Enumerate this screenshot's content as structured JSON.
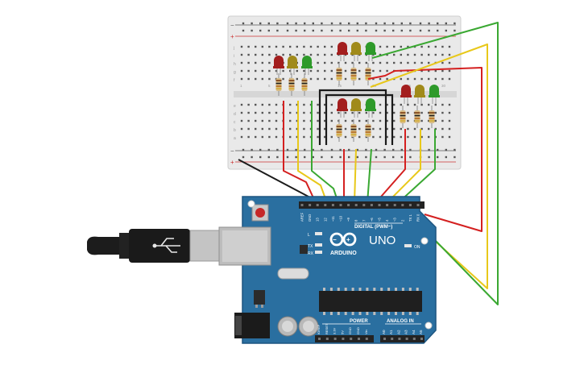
{
  "board": {
    "brand_text": "ARDUINO",
    "model_text": "UNO",
    "digital_label": "DIGITAL (PWM~)",
    "power_label": "POWER",
    "analog_label": "ANALOG IN",
    "on_label": "ON",
    "l_label": "L",
    "tx_label": "TX",
    "rx_label": "RX",
    "digital_pins": [
      "AREF",
      "GND",
      "13",
      "12",
      "~11",
      "~10",
      "~9",
      "8",
      "7",
      "~6",
      "~5",
      "4",
      "~3",
      "2",
      "TX 1",
      "RX 0"
    ],
    "power_pins": [
      "IOREF",
      "RESET",
      "3.3V",
      "5V",
      "GND",
      "GND",
      "Vin"
    ],
    "analog_pins": [
      "A0",
      "A1",
      "A2",
      "A3",
      "A4",
      "A5"
    ]
  },
  "breadboard": {
    "row_letters_top": [
      "j",
      "i",
      "h",
      "g",
      "f"
    ],
    "row_letters_bottom": [
      "e",
      "d",
      "c",
      "b",
      "a"
    ],
    "col_numbers": [
      "1",
      "5",
      "10",
      "15",
      "20",
      "25",
      "30"
    ]
  },
  "colors": {
    "board_blue": "#2a6fa0",
    "board_edge": "#1d5580",
    "breadboard": "#e8e8e8",
    "wire_red": "#d42020",
    "wire_yellow": "#e8c81a",
    "wire_green": "#3aa832",
    "wire_black": "#1b1b1b",
    "led_red": "#a31e1e",
    "led_yellow": "#a08a1a",
    "led_green": "#2e9a2a"
  }
}
